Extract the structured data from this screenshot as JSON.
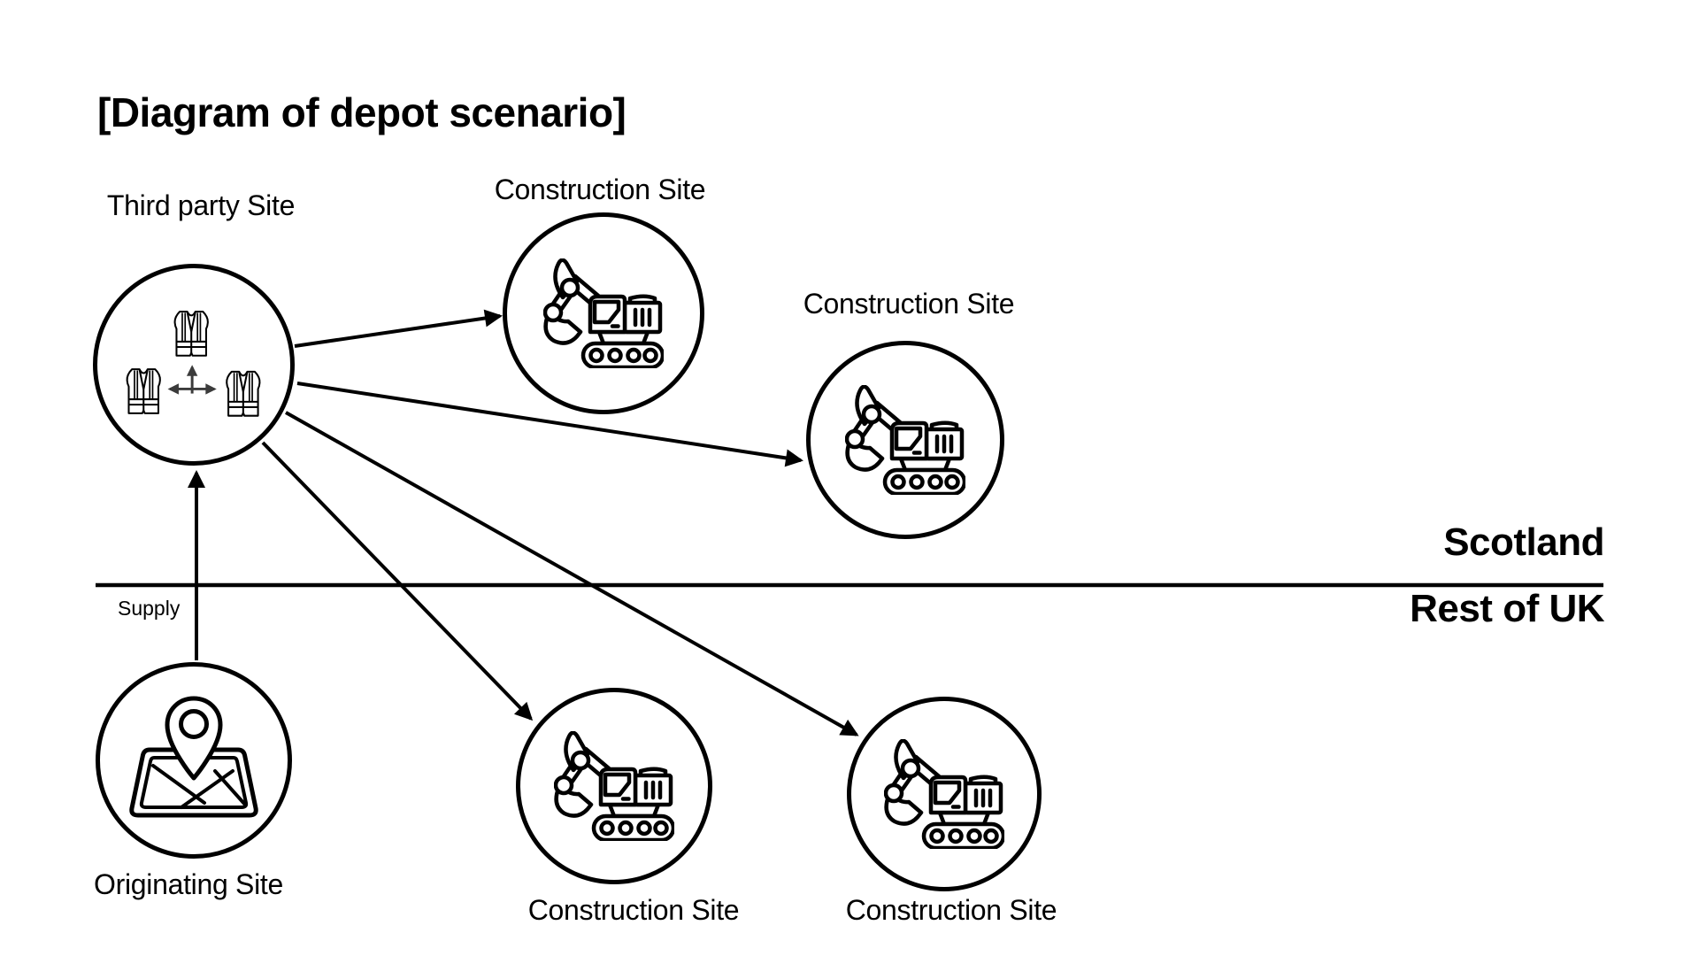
{
  "title": "[Diagram of depot scenario]",
  "region_divider": {
    "above_label": "Scotland",
    "below_label": "Rest of UK"
  },
  "nodes": {
    "third_party": {
      "label": "Third party Site",
      "icon": "safety-vests-icon"
    },
    "construction_top": {
      "label": "Construction Site",
      "icon": "excavator-icon"
    },
    "construction_right": {
      "label": "Construction Site",
      "icon": "excavator-icon"
    },
    "construction_bottom_left": {
      "label": "Construction Site",
      "icon": "excavator-icon"
    },
    "construction_bottom_right": {
      "label": "Construction Site",
      "icon": "excavator-icon"
    },
    "originating": {
      "label": "Originating Site",
      "icon": "map-location-pin-icon"
    }
  },
  "edges": {
    "supply": {
      "label": "Supply",
      "from": "originating",
      "to": "third_party"
    },
    "distribution": [
      {
        "from": "third_party",
        "to": "construction_top"
      },
      {
        "from": "third_party",
        "to": "construction_right"
      },
      {
        "from": "third_party",
        "to": "construction_bottom_left"
      },
      {
        "from": "third_party",
        "to": "construction_bottom_right"
      }
    ]
  },
  "colors": {
    "line": "#000000",
    "inner_arrow": "#3b3b3b",
    "background": "#ffffff",
    "text": "#000000"
  }
}
